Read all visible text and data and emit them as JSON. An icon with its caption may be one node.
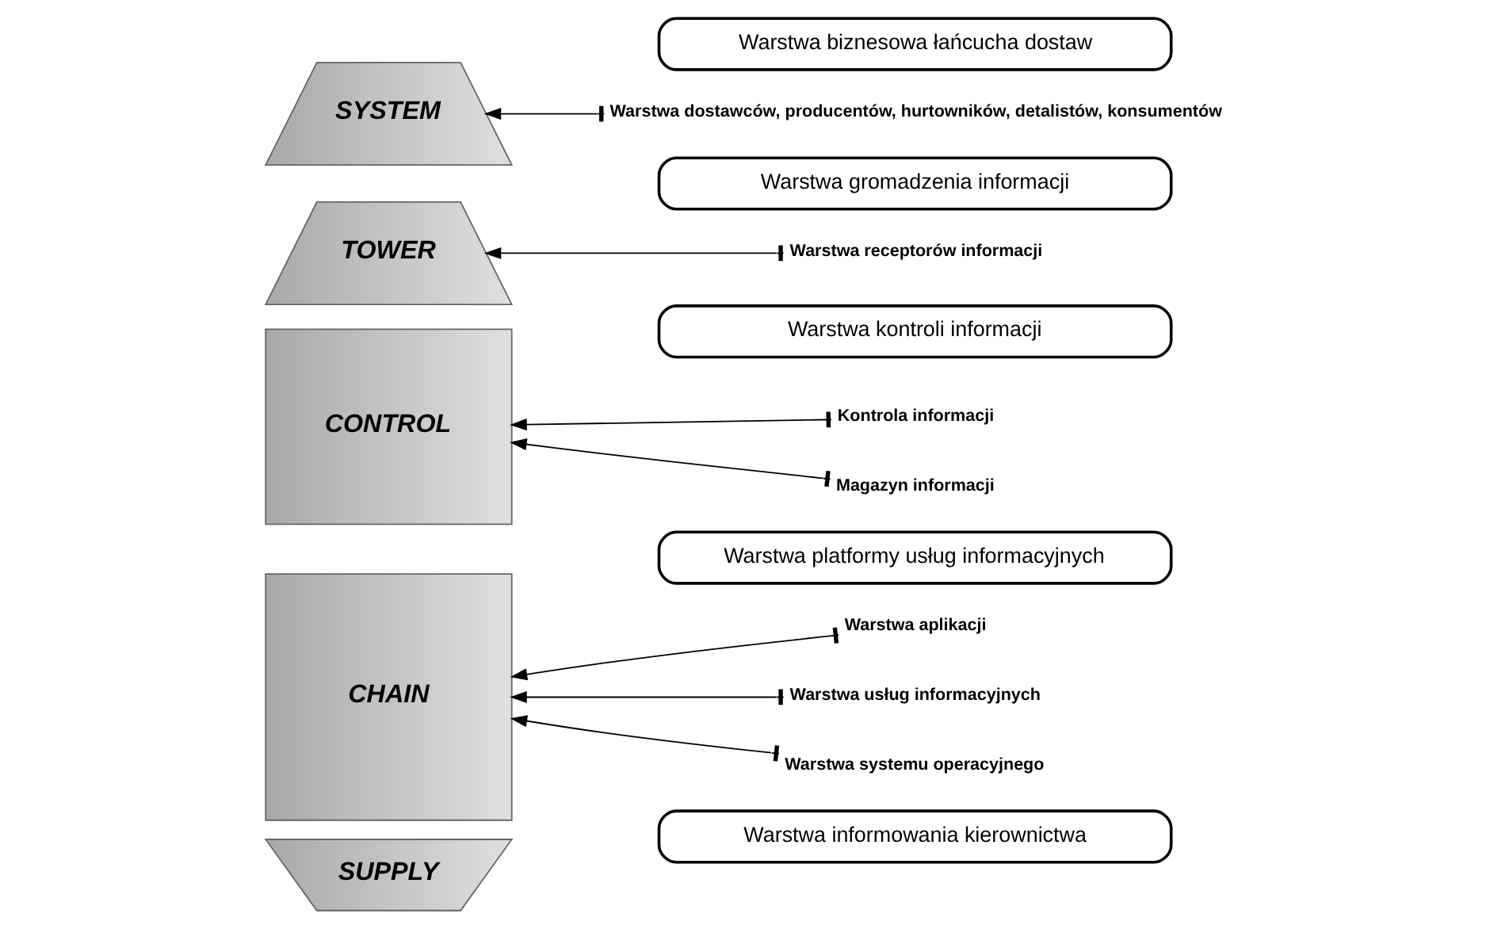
{
  "diagram": {
    "nodes": [
      {
        "text": [
          "SUPPLY"
        ]
      },
      {
        "text": [
          "Warstwa informowania kierownictwa"
        ]
      },
      {
        "text": [
          "CHAIN"
        ]
      },
      {
        "text": [
          "Warstwa platformy usług informacyjnych"
        ]
      },
      {
        "text": [
          "Warstwa aplikacji"
        ]
      },
      {
        "text": [
          "Warstwa usług informacyjnych"
        ]
      },
      {
        "text": [
          "Warstwa systemu operacyjnego"
        ]
      },
      {
        "text": [
          "CONTROL"
        ]
      },
      {
        "text": [
          "Warstwa kontroli informacji"
        ]
      },
      {
        "text": [
          "Kontrola informacji"
        ]
      },
      {
        "text": [
          "Magazyn informacji"
        ]
      },
      {
        "text": [
          "TOWER"
        ]
      },
      {
        "text": [
          "Warstwa gromadzenia informacji"
        ]
      },
      {
        "text": [
          "Warstwa receptorów informacji"
        ]
      },
      {
        "text": [
          "SYSTEM"
        ]
      },
      {
        "text": [
          "Warstwa biznesowa łańcucha dostaw"
        ]
      },
      {
        "text": [
          "Warstwa dostawców, producentów, hurtowników, detalistów, konsumentów"
        ]
      }
    ],
    "edges": [
      {
        "from": 4,
        "to": 2,
        "arrow": "to"
      },
      {
        "from": 5,
        "to": 2,
        "arrow": "to"
      },
      {
        "from": 6,
        "to": 2,
        "arrow": "to"
      },
      {
        "from": 9,
        "to": 7,
        "arrow": "to"
      },
      {
        "from": 10,
        "to": 7,
        "arrow": "to"
      },
      {
        "from": 13,
        "to": 11,
        "arrow": "to"
      },
      {
        "from": 16,
        "to": 14,
        "arrow": "to"
      }
    ]
  }
}
